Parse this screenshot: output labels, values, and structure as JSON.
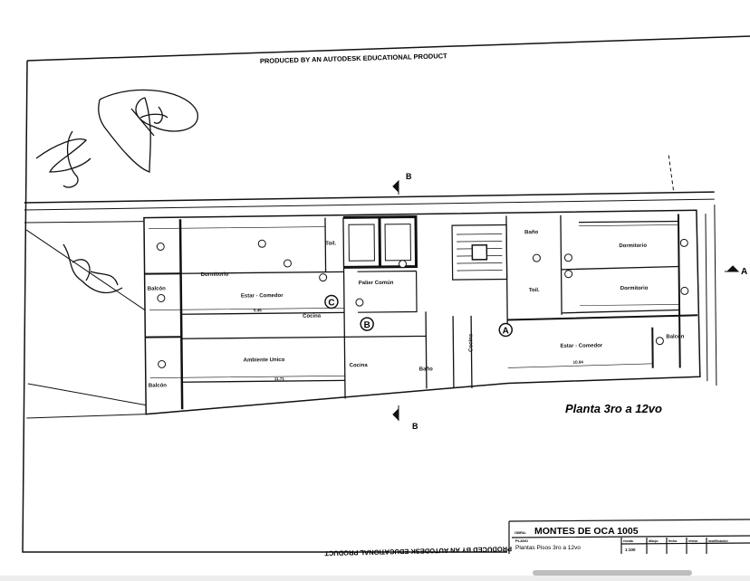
{
  "watermark": "PRODUCED BY AN AUTODESK EDUCATIONAL PRODUCT",
  "plan_title": "Planta 3ro a 12vo",
  "section_marks": {
    "b": "B",
    "a": "A"
  },
  "units": {
    "a": "A",
    "b": "B",
    "c": "C"
  },
  "rooms": {
    "dormitorio_left": "Dormitorio",
    "estar_left": "Estar - Comedor",
    "estar_left_dim": "5.45",
    "cocina_c": "Cocina",
    "ambiente_unico": "Ambiente Unico",
    "ambiente_dim": "11.71",
    "balcon_left_1": "Balcón",
    "balcon_left_2": "Balcón",
    "toil_left": "Toil.",
    "palier": "Palier Común",
    "cocina_b": "Cocina",
    "bano_b": "Baño",
    "cocina_a": "Cocina",
    "bano_a": "Baño",
    "dormitorio_right_1": "Dormitorio",
    "dormitorio_right_2": "Dormitorio",
    "toil_right": "Toil.",
    "estar_right": "Estar - Comedor",
    "estar_right_dim": "10.84",
    "balcon_right": "Balcón"
  },
  "title_block": {
    "obra_label": "OBRA:",
    "obra": "MONTES DE OCA 1005",
    "plano_label": "PLANO",
    "plano": "Plantas Pisos 3ro a 12vo",
    "escala_label": "escala",
    "escala": "1:100",
    "dibujo_label": "dibujo",
    "fecha_label": "fecha",
    "reviso_label": "revisó",
    "modificacion_label": "modificación"
  }
}
